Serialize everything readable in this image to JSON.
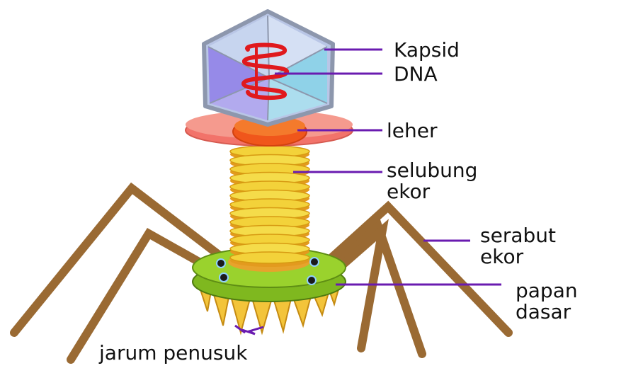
{
  "labels": {
    "kapsid": "Kapsid",
    "dna": "DNA",
    "leher": "leher",
    "selubung_line1": "selubung",
    "selubung_line2": "ekor",
    "serabut_line1": "serabut",
    "serabut_line2": "ekor",
    "papan_line1": "papan",
    "papan_line2": "dasar",
    "jarum": "jarum penusuk"
  },
  "colors": {
    "pointer_line": "#6a1bb0",
    "tail_fiber": "#9a6a33",
    "dna": "#e0191d",
    "collar": "#f2736a",
    "sheath": "#f3d23a",
    "baseplate": "#9ad22d",
    "capsid": "#b9c6e6"
  }
}
